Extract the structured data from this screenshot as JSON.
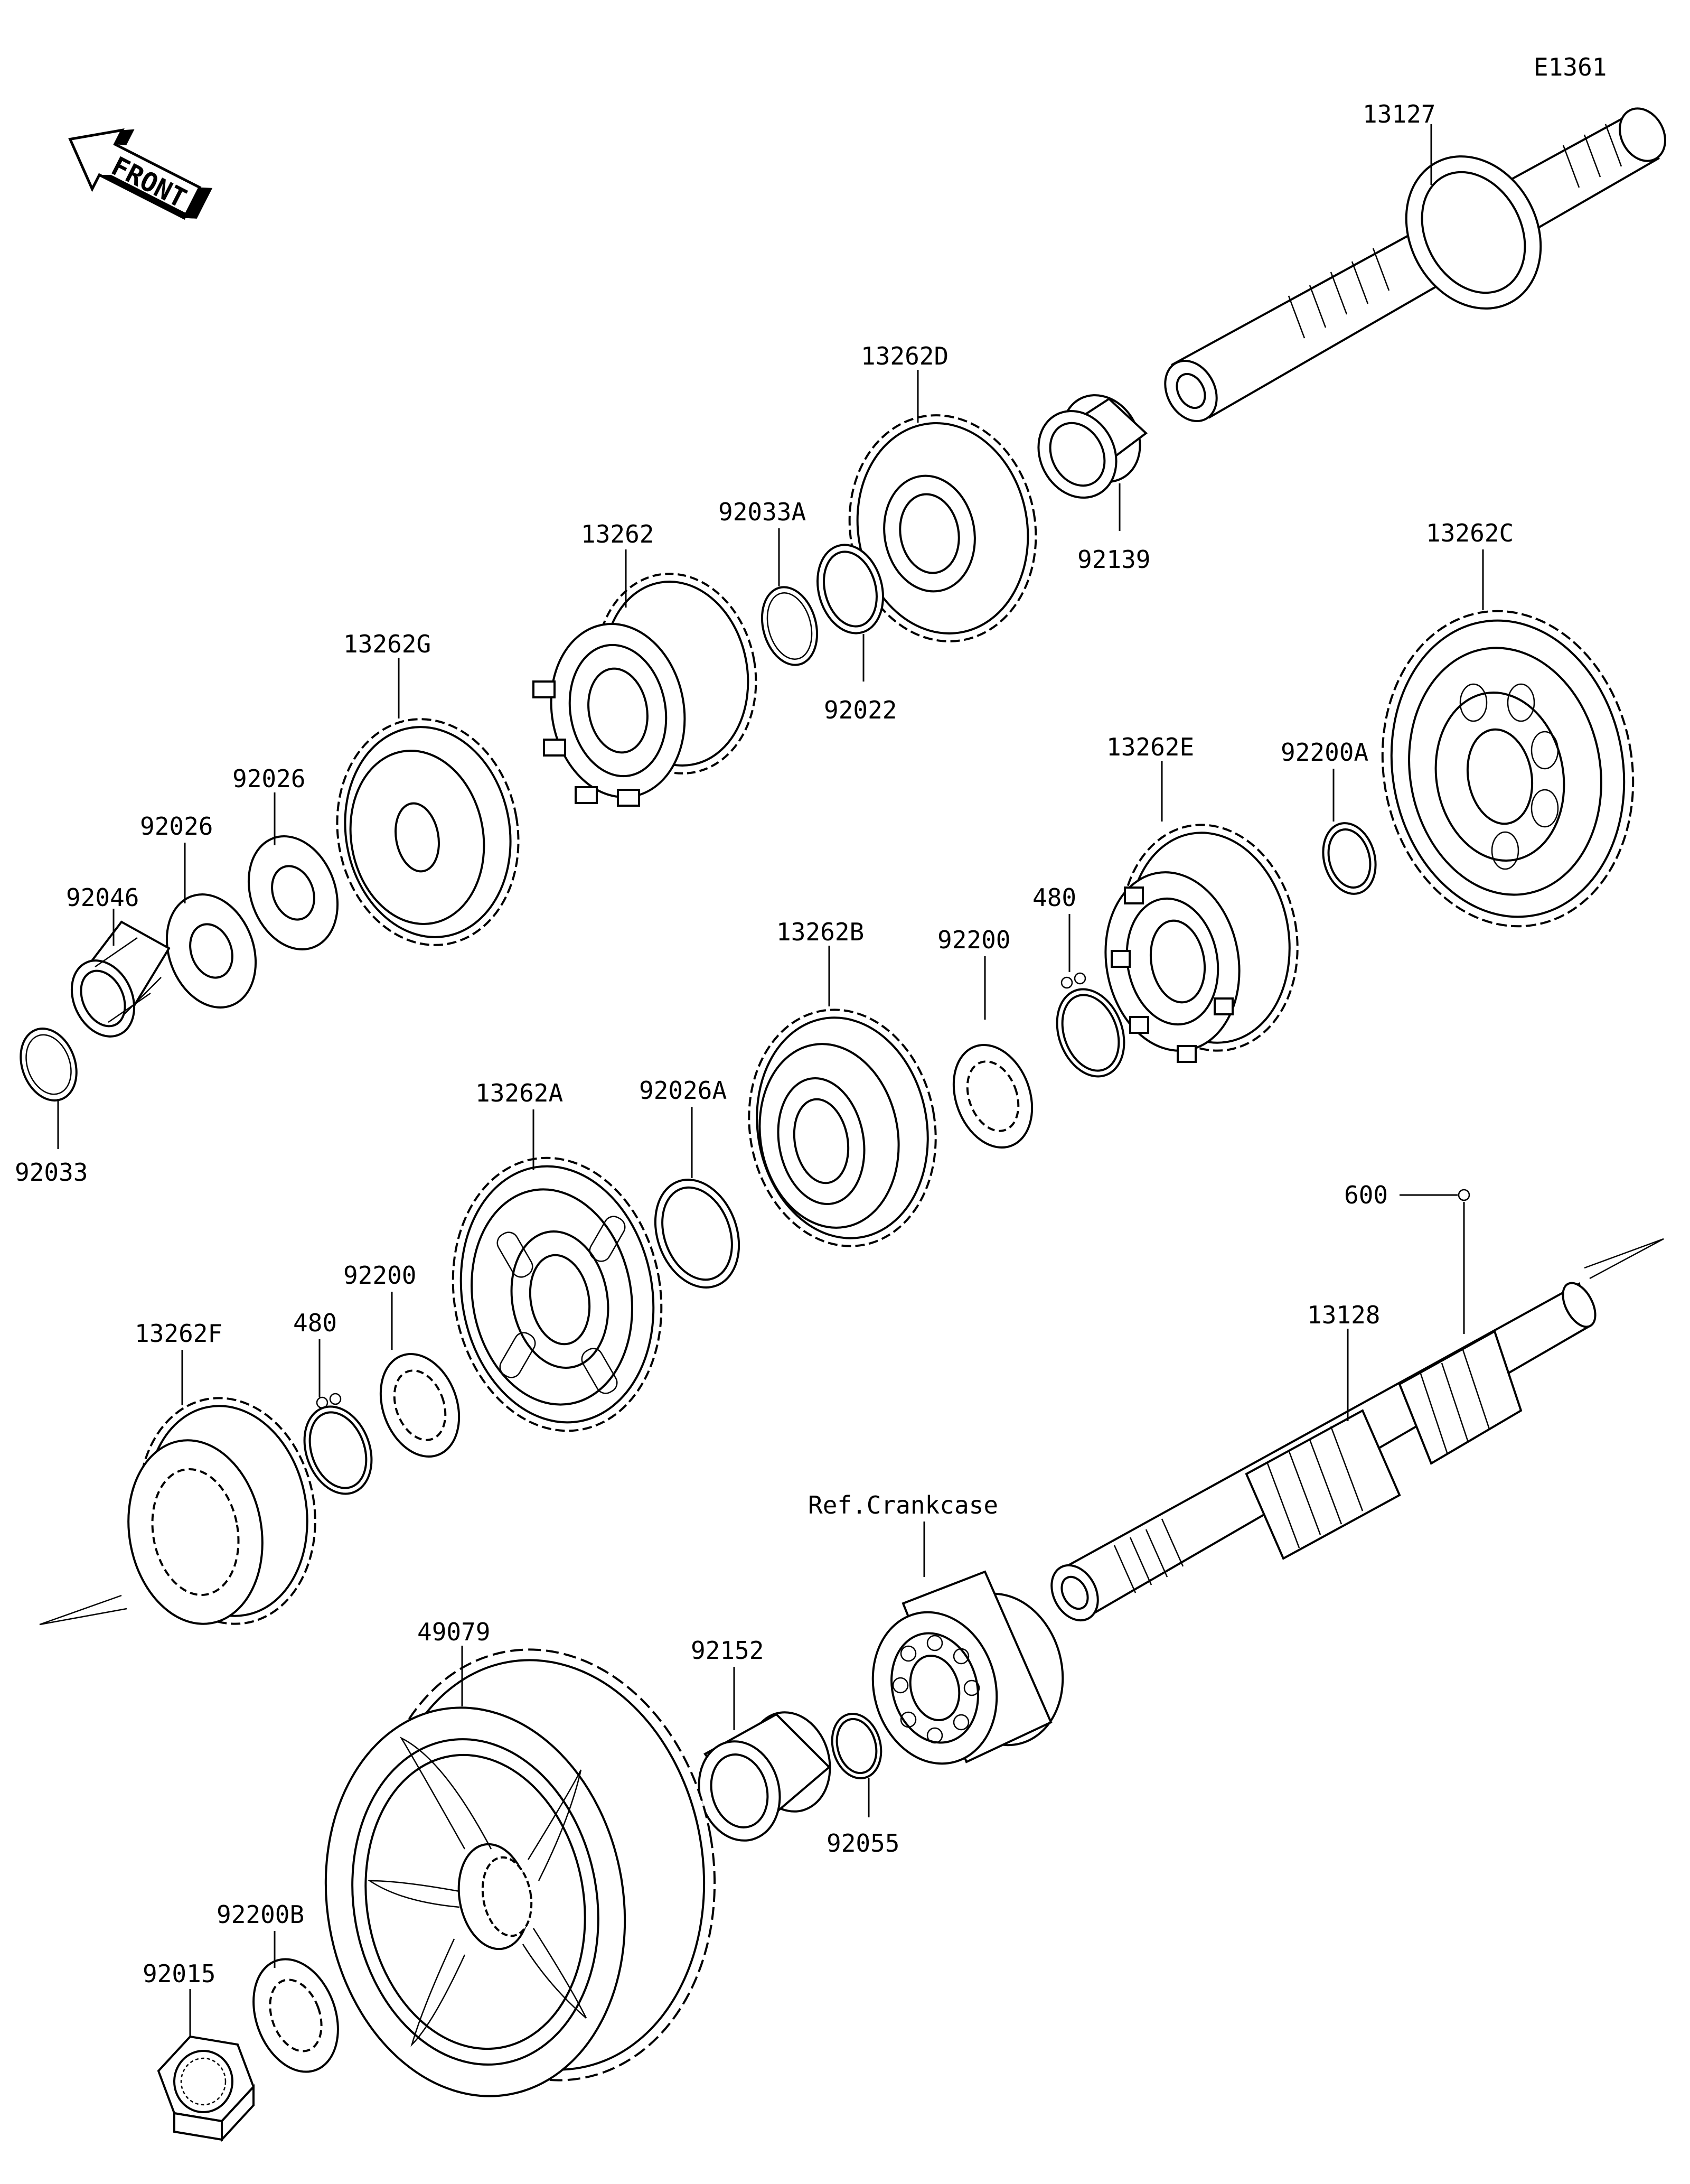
{
  "diagram": {
    "code": "E1361",
    "front_label": "FRONT",
    "parts": [
      {
        "id": "p13127",
        "number": "13127"
      },
      {
        "id": "p13262D",
        "number": "13262D"
      },
      {
        "id": "p92139",
        "number": "92139"
      },
      {
        "id": "p92033A",
        "number": "92033A"
      },
      {
        "id": "p92022",
        "number": "92022"
      },
      {
        "id": "p13262",
        "number": "13262"
      },
      {
        "id": "p13262G",
        "number": "13262G"
      },
      {
        "id": "p13262C",
        "number": "13262C"
      },
      {
        "id": "p92200A",
        "number": "92200A"
      },
      {
        "id": "p13262E",
        "number": "13262E"
      },
      {
        "id": "p92026a",
        "number": "92026"
      },
      {
        "id": "p92026b",
        "number": "92026"
      },
      {
        "id": "p92046",
        "number": "92046"
      },
      {
        "id": "p92033",
        "number": "92033"
      },
      {
        "id": "p480a",
        "number": "480"
      },
      {
        "id": "p92200a",
        "number": "92200"
      },
      {
        "id": "p13262B",
        "number": "13262B"
      },
      {
        "id": "p92026A",
        "number": "92026A"
      },
      {
        "id": "p13262A",
        "number": "13262A"
      },
      {
        "id": "p92200b",
        "number": "92200"
      },
      {
        "id": "p480b",
        "number": "480"
      },
      {
        "id": "p13262F",
        "number": "13262F"
      },
      {
        "id": "p600",
        "number": "600"
      },
      {
        "id": "p13128",
        "number": "13128"
      },
      {
        "id": "pRef",
        "number": "Ref.Crankcase"
      },
      {
        "id": "p49079",
        "number": "49079"
      },
      {
        "id": "p92152",
        "number": "92152"
      },
      {
        "id": "p92055",
        "number": "92055"
      },
      {
        "id": "p92200B",
        "number": "92200B"
      },
      {
        "id": "p92015",
        "number": "92015"
      }
    ]
  }
}
